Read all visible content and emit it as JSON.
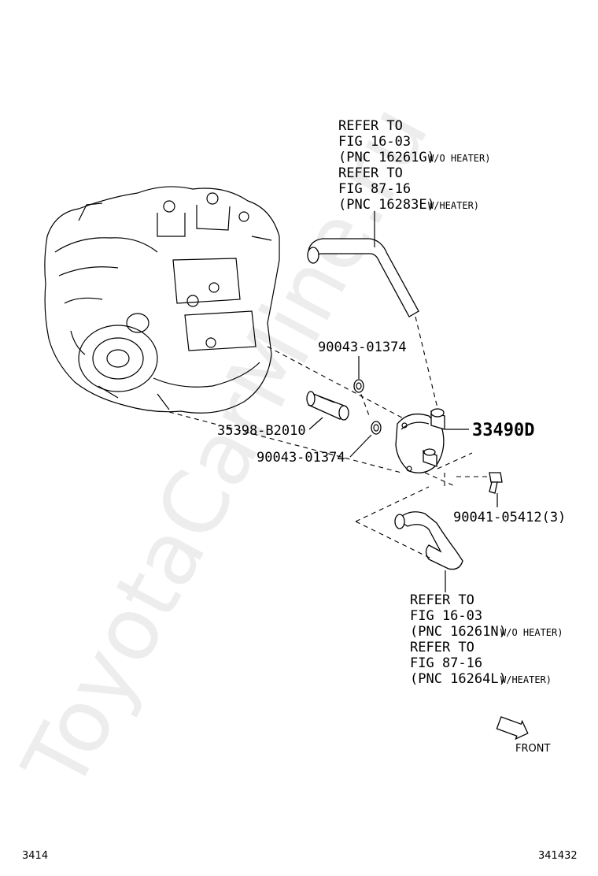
{
  "watermark": "ToyotaCarMine.ru",
  "upper_hose_callout": {
    "line1": "REFER TO",
    "line2": "FIG 16-03",
    "line3": "(PNC 16261G)",
    "line3_note": "W/O HEATER)",
    "line4": "REFER TO",
    "line5": "FIG 87-16",
    "line6": "(PNC 16283E)",
    "line6_note": "W/HEATER)"
  },
  "lower_hose_callout": {
    "line1": "REFER TO",
    "line2": "FIG 16-03",
    "line3": "(PNC 16261N)",
    "line3_note": "W/O HEATER)",
    "line4": "REFER TO",
    "line5": "FIG 87-16",
    "line6": "(PNC 16264L)",
    "line6_note": "W/HEATER)"
  },
  "part_labels": {
    "gasket_upper": "90043-01374",
    "pipe": "35398-B2010",
    "gasket_lower": "90043-01374",
    "cooler": "33490D",
    "bolt": "90041-05412(3)"
  },
  "front_label": "FRONT",
  "footer": {
    "left": "3414",
    "right": "341432"
  }
}
